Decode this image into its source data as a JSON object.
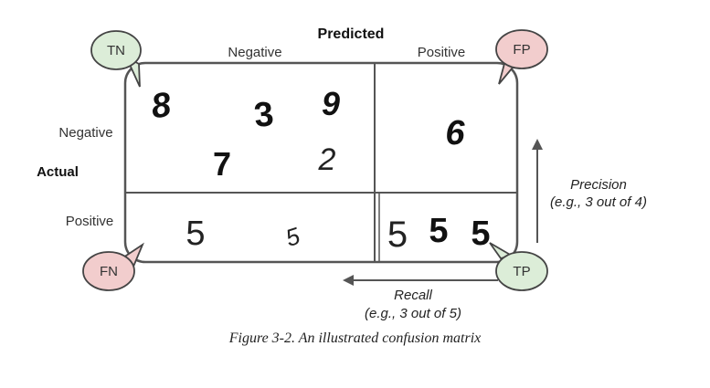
{
  "axes": {
    "predicted": "Predicted",
    "actual": "Actual"
  },
  "columns": {
    "negative": "Negative",
    "positive": "Positive"
  },
  "rows": {
    "negative": "Negative",
    "positive": "Positive"
  },
  "bubbles": {
    "tn": {
      "label": "TN",
      "color": "#dcedd8"
    },
    "fp": {
      "label": "FP",
      "color": "#f2cdcd"
    },
    "fn": {
      "label": "FN",
      "color": "#f2cdcd"
    },
    "tp": {
      "label": "TP",
      "color": "#dcedd8"
    }
  },
  "cells": {
    "true_negative_digits": [
      "8",
      "3",
      "9",
      "7",
      "2"
    ],
    "false_positive_digits": [
      "6"
    ],
    "false_negative_digits": [
      "5",
      "5"
    ],
    "true_positive_digits": [
      "5",
      "5",
      "5"
    ]
  },
  "precision": {
    "label": "Precision",
    "example": "(e.g., 3 out of 4)"
  },
  "recall": {
    "label": "Recall",
    "example": "(e.g., 3 out of 5)"
  },
  "caption": "Figure 3-2. An illustrated confusion matrix"
}
